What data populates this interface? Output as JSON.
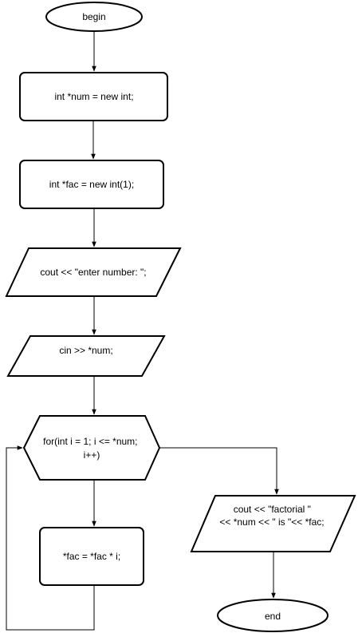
{
  "diagram": {
    "nodes": {
      "begin": {
        "lines": [
          "begin"
        ]
      },
      "num_alloc": {
        "lines": [
          "int *num = new int;"
        ]
      },
      "fac_alloc": {
        "lines": [
          "int *fac = new int(1);"
        ]
      },
      "prompt": {
        "lines": [
          "cout << \"enter number: \";"
        ]
      },
      "input": {
        "lines": [
          "cin >> *num;"
        ]
      },
      "loop": {
        "lines": [
          "for(int i = 1; i <= *num;",
          "i++)"
        ]
      },
      "multiply": {
        "lines": [
          "*fac = *fac * i;"
        ]
      },
      "output": {
        "lines": [
          "cout << \"factorial \"",
          "<< *num << \" is \"<< *fac;"
        ]
      },
      "end": {
        "lines": [
          "end"
        ]
      }
    }
  }
}
